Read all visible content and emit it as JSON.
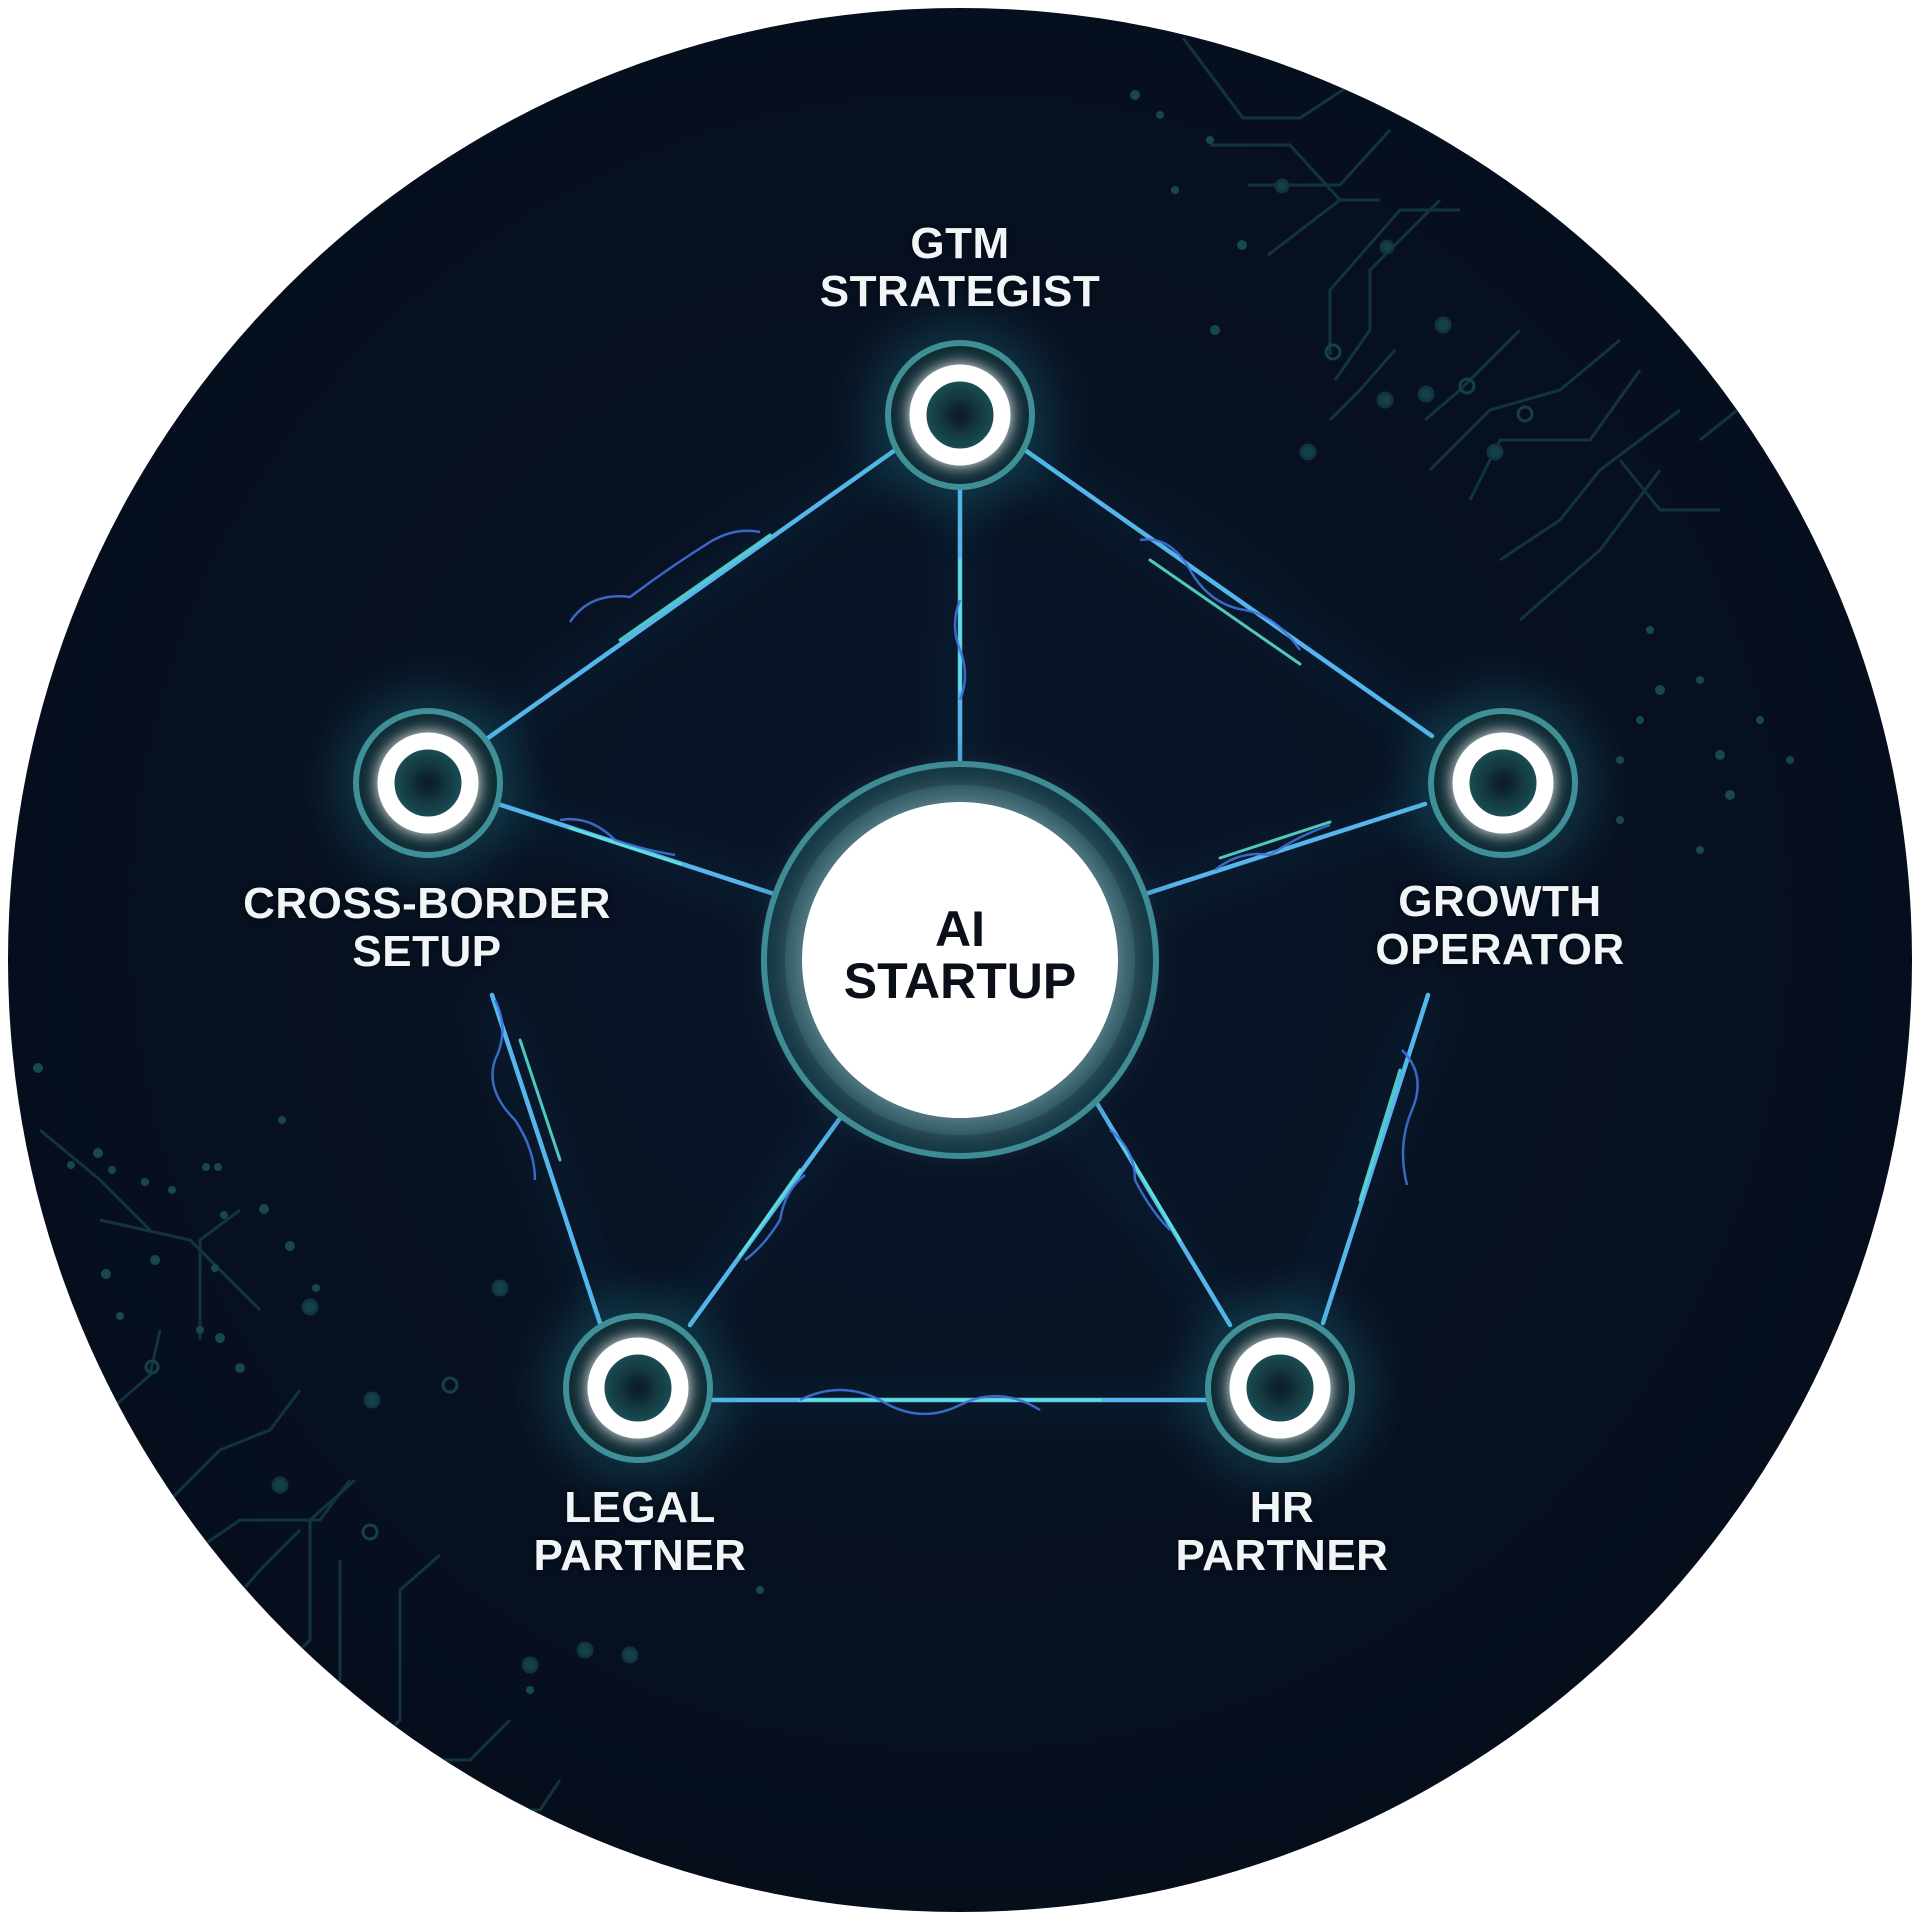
{
  "diagram": {
    "type": "hub-and-spoke network",
    "background_color": "#060d1c",
    "line_color": "#4fb3e8",
    "glow_color": "#2fd0d8",
    "center": {
      "label_line1": "AI",
      "label_line2": "STARTUP",
      "fill": "#ffffff",
      "text_color": "#0b0f1a"
    },
    "nodes": [
      {
        "id": "gtm",
        "label_line1": "GTM",
        "label_line2": "STRATEGIST"
      },
      {
        "id": "growth",
        "label_line1": "GROWTH",
        "label_line2": "OPERATOR"
      },
      {
        "id": "hr",
        "label_line1": "HR",
        "label_line2": "PARTNER"
      },
      {
        "id": "legal",
        "label_line1": "LEGAL",
        "label_line2": "PARTNER"
      },
      {
        "id": "cross_border",
        "label_line1": "CROSS-BORDER",
        "label_line2": "SETUP"
      }
    ],
    "edges": [
      {
        "from": "center",
        "to": "gtm"
      },
      {
        "from": "center",
        "to": "growth"
      },
      {
        "from": "center",
        "to": "hr"
      },
      {
        "from": "center",
        "to": "legal"
      },
      {
        "from": "center",
        "to": "cross_border"
      },
      {
        "from": "gtm",
        "to": "growth"
      },
      {
        "from": "growth",
        "to": "hr"
      },
      {
        "from": "hr",
        "to": "legal"
      },
      {
        "from": "legal",
        "to": "cross_border"
      },
      {
        "from": "cross_border",
        "to": "gtm"
      }
    ]
  }
}
